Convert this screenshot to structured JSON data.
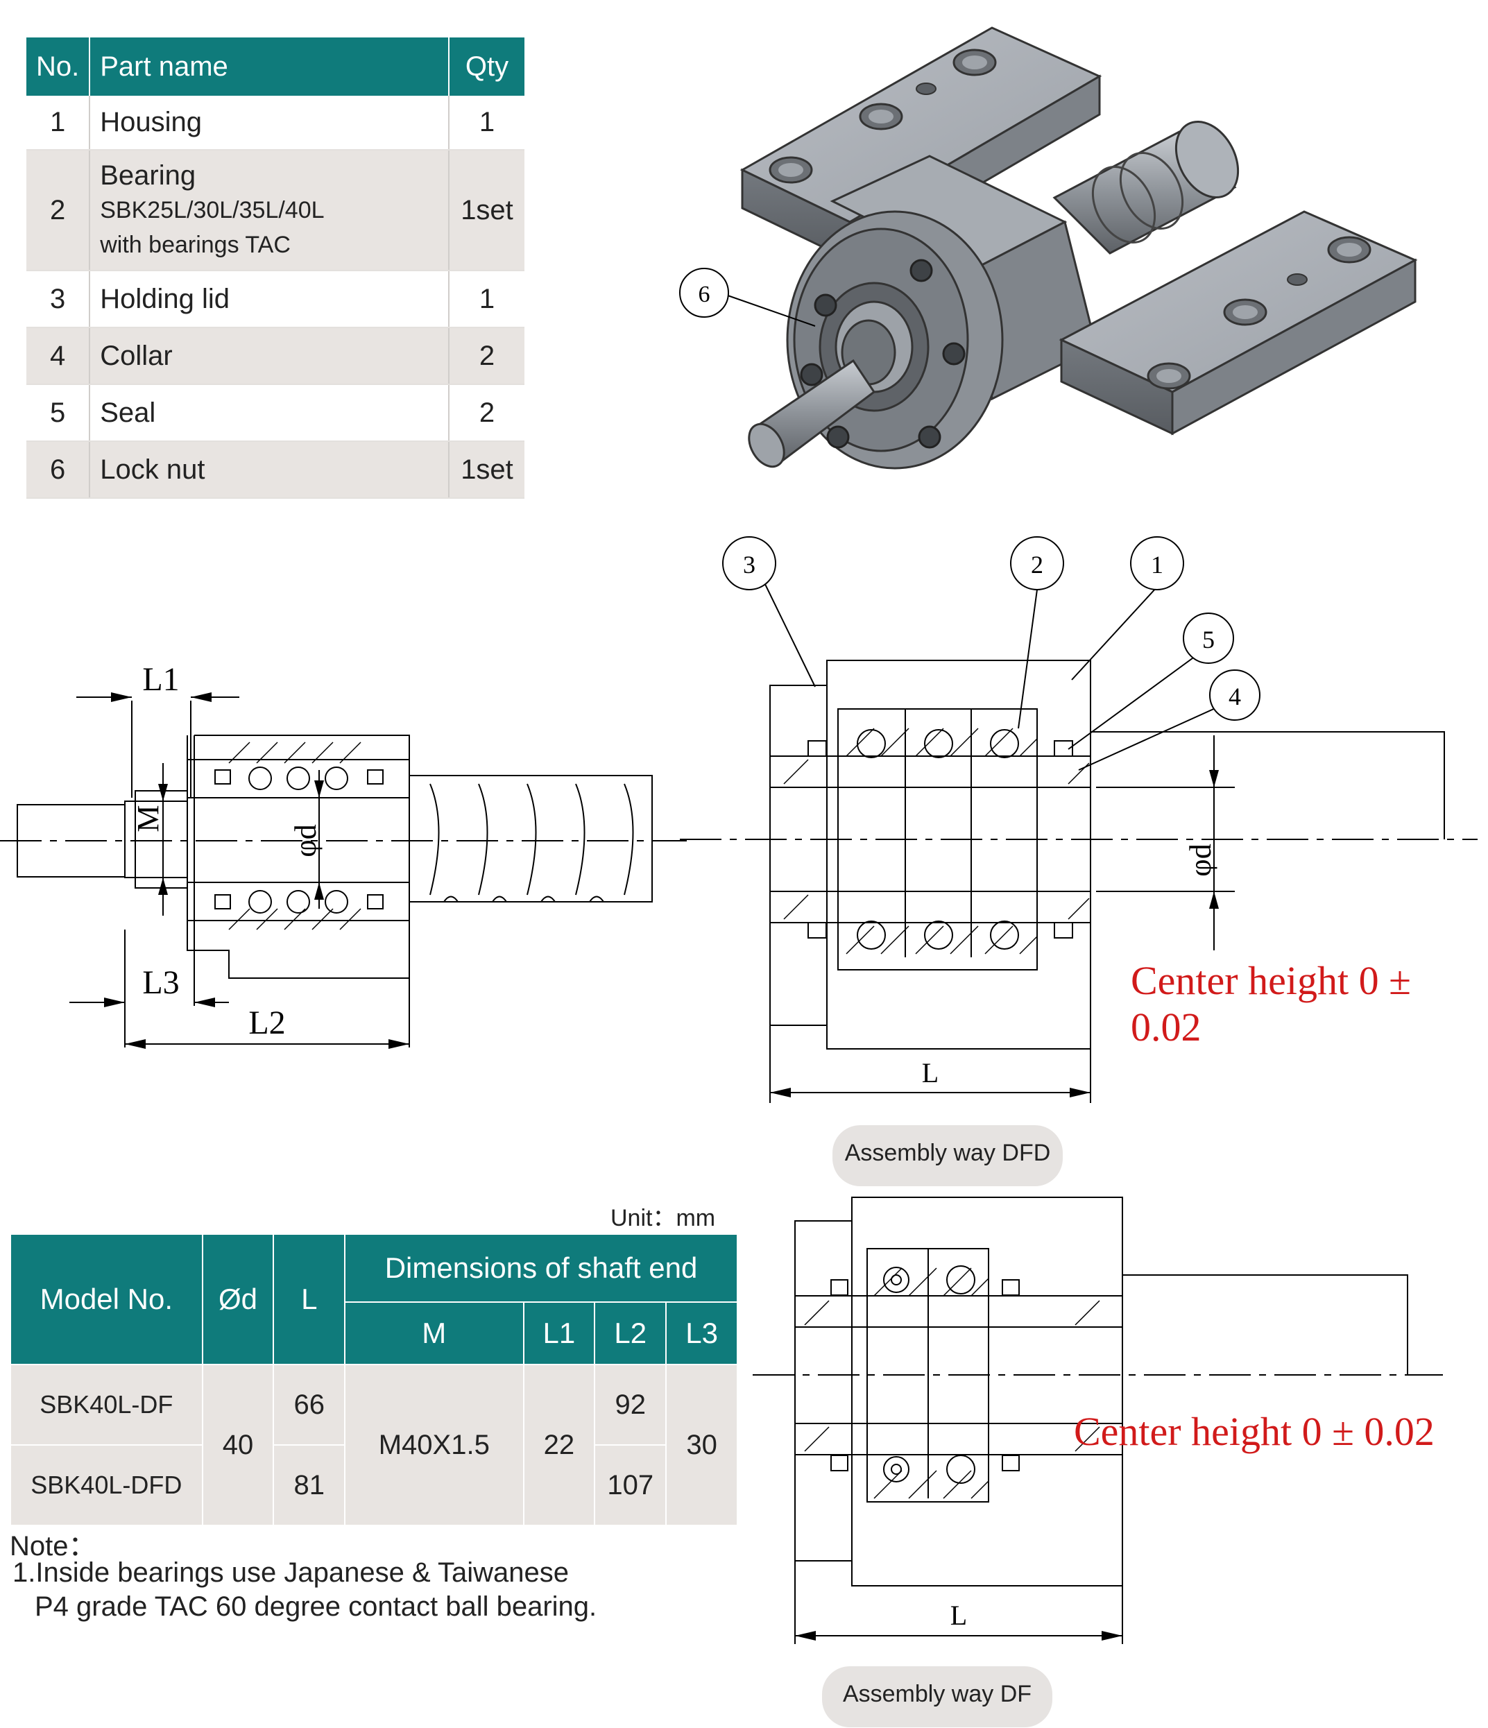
{
  "parts_table": {
    "headers": {
      "no": "No.",
      "name": "Part name",
      "qty": "Qty"
    },
    "rows": [
      {
        "no": "1",
        "name": "Housing",
        "qty": "1"
      },
      {
        "no": "2",
        "name": "Bearing",
        "sub1": "SBK25L/30L/35L/40L",
        "sub2": "with bearings TAC",
        "qty": "1set"
      },
      {
        "no": "3",
        "name": "Holding lid",
        "qty": "1"
      },
      {
        "no": "4",
        "name": "Collar",
        "qty": "2"
      },
      {
        "no": "5",
        "name": "Seal",
        "qty": "2"
      },
      {
        "no": "6",
        "name": "Lock nut",
        "qty": "1set"
      }
    ]
  },
  "balloons": {
    "b1": "1",
    "b2": "2",
    "b3": "3",
    "b4": "4",
    "b5": "5",
    "b6": "6"
  },
  "dims": {
    "L1": "L1",
    "L2": "L2",
    "L3": "L3",
    "M": "M",
    "phi_d": "φd",
    "L": "L"
  },
  "center_height": "Center height 0 ± 0.02",
  "assembly_dfd": "Assembly way DFD",
  "assembly_df": "Assembly way DF",
  "unit": "Unit：mm",
  "spec_table": {
    "h_model": "Model No.",
    "h_d": "Ød",
    "h_L": "L",
    "h_shaft": "Dimensions of shaft end",
    "h_M": "M",
    "h_L1": "L1",
    "h_L2": "L2",
    "h_L3": "L3",
    "rows": [
      {
        "model": "SBK40L-DF",
        "L": "66",
        "L2": "92"
      },
      {
        "model": "SBK40L-DFD",
        "L": "81",
        "L2": "107"
      }
    ],
    "d": "40",
    "M": "M40X1.5",
    "L1": "22",
    "L3": "30"
  },
  "note": {
    "title": "Note：",
    "line1": "1.Inside bearings use Japanese & Taiwanese",
    "line2": "P4 grade TAC 60 degree contact ball bearing."
  }
}
